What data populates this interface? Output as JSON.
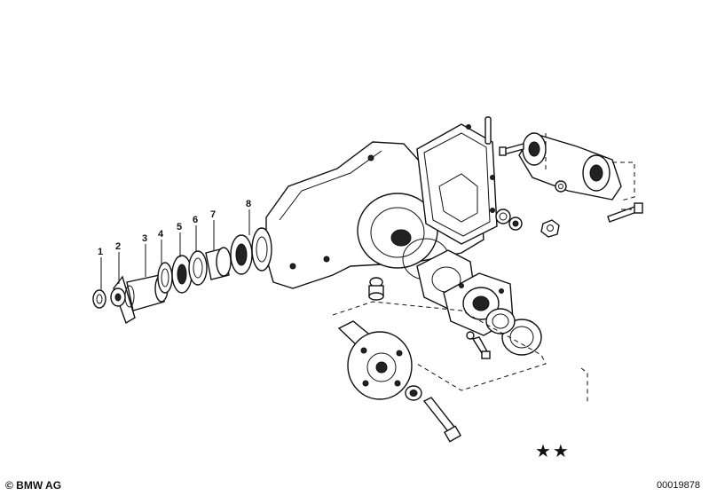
{
  "diagram": {
    "callouts": [
      "1",
      "2",
      "3",
      "4",
      "5",
      "6",
      "7",
      "8"
    ]
  },
  "footer": {
    "copyright": "© BMW AG",
    "doc_number": "00019878",
    "mark": "★★"
  }
}
